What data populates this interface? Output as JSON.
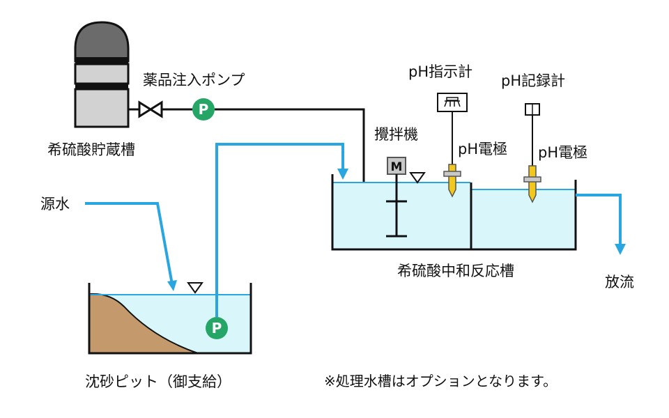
{
  "labels": {
    "tank": "希硫酸貯蔵槽",
    "chemical_pump": "薬品注入ポンプ",
    "ph_indicator": "pH指示計",
    "ph_recorder": "pH記録計",
    "mixer": "攪拌機",
    "electrode_1": "pH電極",
    "electrode_2": "pH電極",
    "source_water": "源水",
    "reaction_tank": "希硫酸中和反応槽",
    "discharge": "放流",
    "sand_pit": "沈砂ピット（御支給）",
    "note": "※処理水槽はオプションとなります。"
  },
  "symbols": {
    "pump_letter": "P",
    "pit_pump_letter": "P",
    "motor_letter": "M"
  },
  "colors": {
    "water_fill": "#d9f6fb",
    "water_pipe": "#29a6e0",
    "pump_green": "#25a667",
    "sediment": "#c49a6c",
    "tank_dark": "#6b6b6b",
    "tank_light": "#d2d2d2",
    "electrode_yellow": "#f2c81f"
  }
}
